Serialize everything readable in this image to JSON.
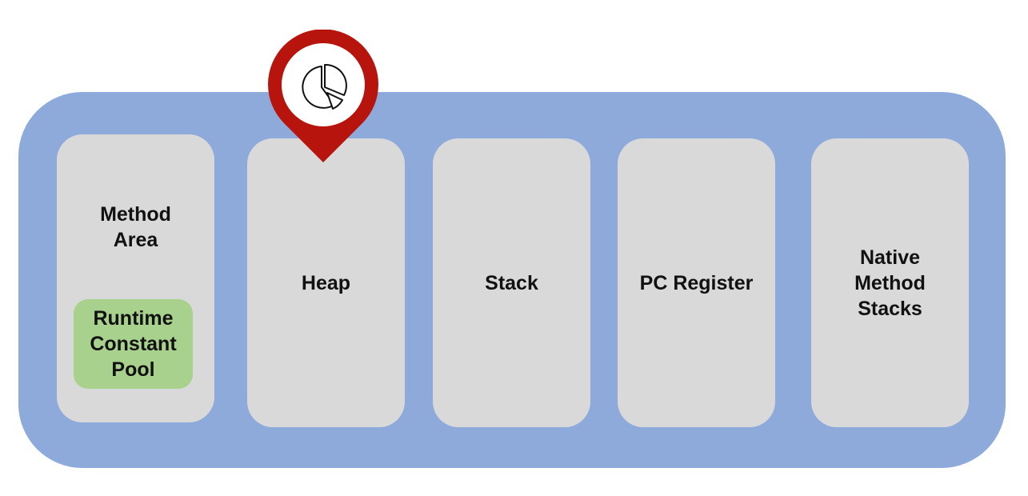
{
  "diagram": {
    "areas": {
      "method_area": "Method\nArea",
      "runtime_constant_pool": "Runtime\nConstant\nPool",
      "heap": "Heap",
      "stack": "Stack",
      "pc_register": "PC Register",
      "native_method_stacks": "Native\nMethod\nStacks"
    },
    "marker_icon": "pie-chart-icon",
    "colors": {
      "container": "#8eaadb",
      "area": "#d9d9d9",
      "pool": "#a9d18e",
      "marker": "#b7140d"
    }
  }
}
